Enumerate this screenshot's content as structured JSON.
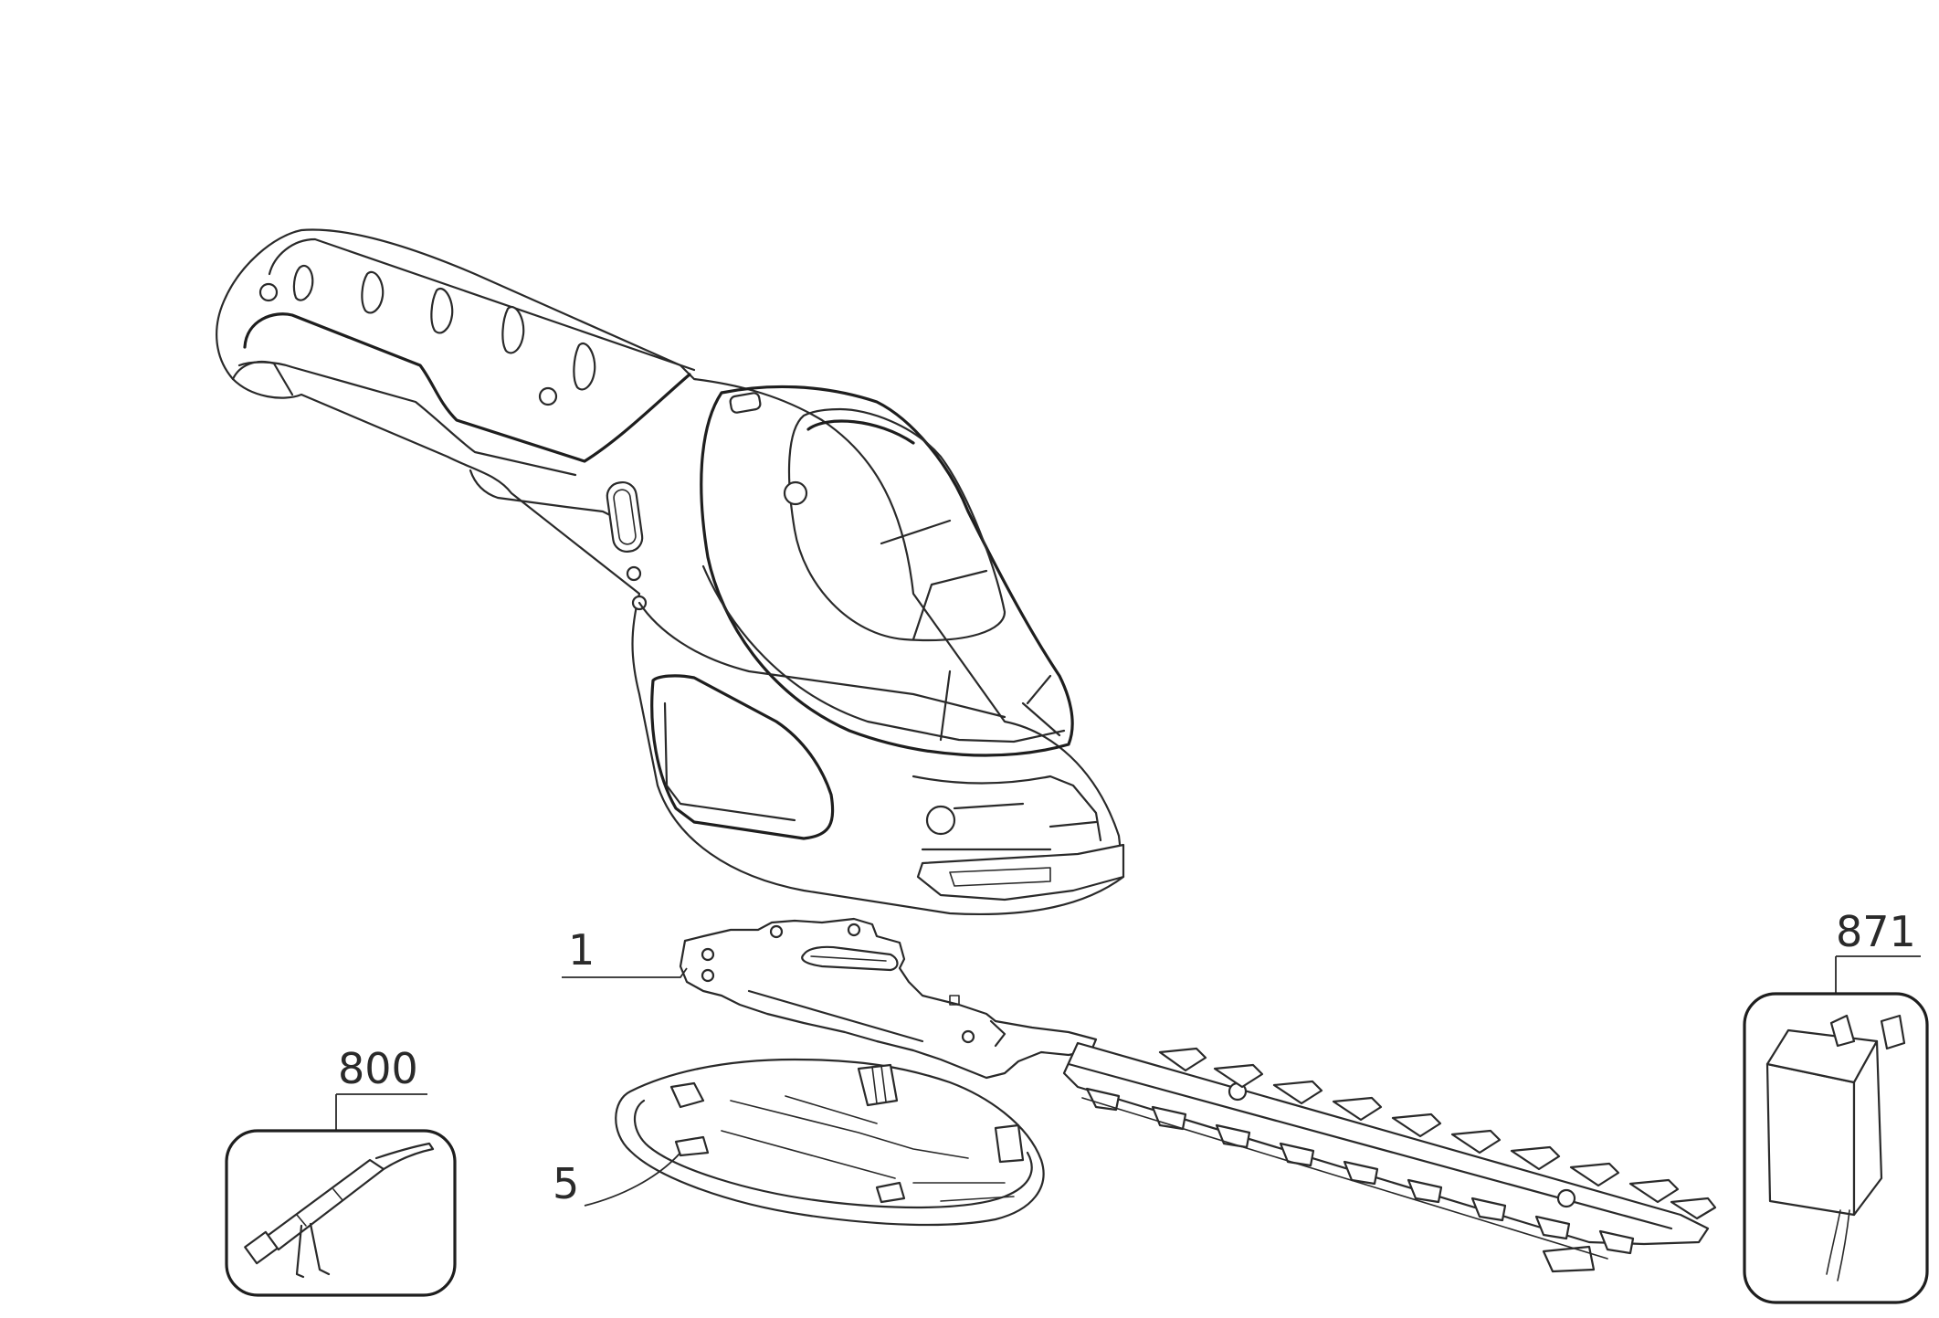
{
  "callouts": {
    "blade": "1",
    "guard": "5",
    "brush": "800",
    "charger": "871"
  }
}
